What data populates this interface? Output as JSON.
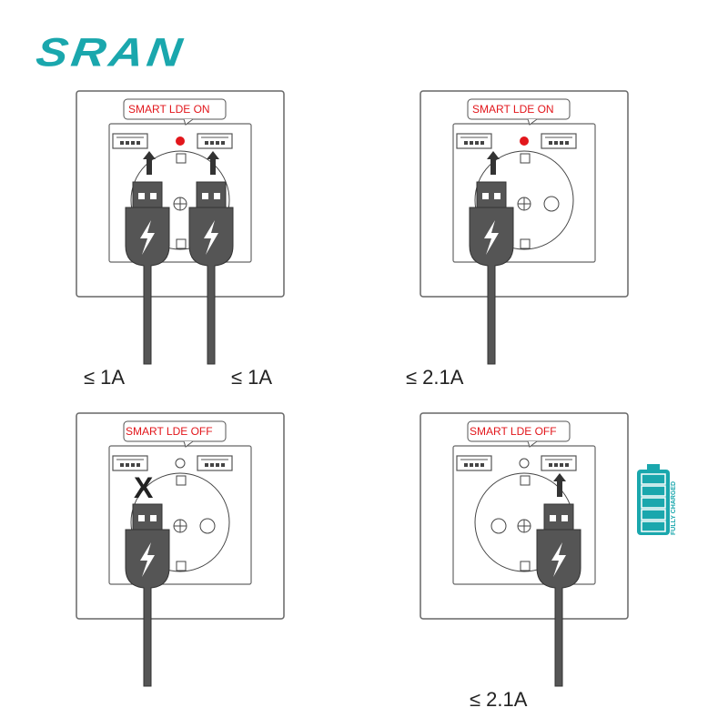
{
  "brand": {
    "logo_text": "SRAN",
    "color": "#1aa7ad"
  },
  "panels": [
    {
      "id": "top-left",
      "led_label": "SMART LDE ON",
      "led_state": "on",
      "led_color": "#e2161b",
      "plugs": [
        "left-usb",
        "right-usb"
      ],
      "outlet_variant": "no-holes",
      "currents": [
        "≤ 1A",
        "≤ 1A"
      ]
    },
    {
      "id": "top-right",
      "led_label": "SMART LDE ON",
      "led_state": "on",
      "led_color": "#e2161b",
      "plugs": [
        "left-usb"
      ],
      "outlet_variant": "single-hole",
      "currents": [
        "≤ 2.1A"
      ]
    },
    {
      "id": "bottom-left",
      "led_label": "SMART LDE OFF",
      "led_state": "off",
      "plugs": [
        "left-usb-blocked"
      ],
      "outlet_variant": "single-hole",
      "blocked_mark": "X",
      "currents": []
    },
    {
      "id": "bottom-right",
      "led_label": "SMART LDE OFF",
      "led_state": "off",
      "plugs": [
        "right-usb"
      ],
      "outlet_variant": "two-holes",
      "currents": [
        "≤ 2.1A"
      ]
    }
  ],
  "battery": {
    "label": "FULLY CHARGED",
    "bars": 5,
    "color": "#1aa7ad"
  },
  "colors": {
    "cable": "#555555",
    "outline": "#444444",
    "led_on": "#e2161b",
    "text_red": "#e2161b"
  }
}
